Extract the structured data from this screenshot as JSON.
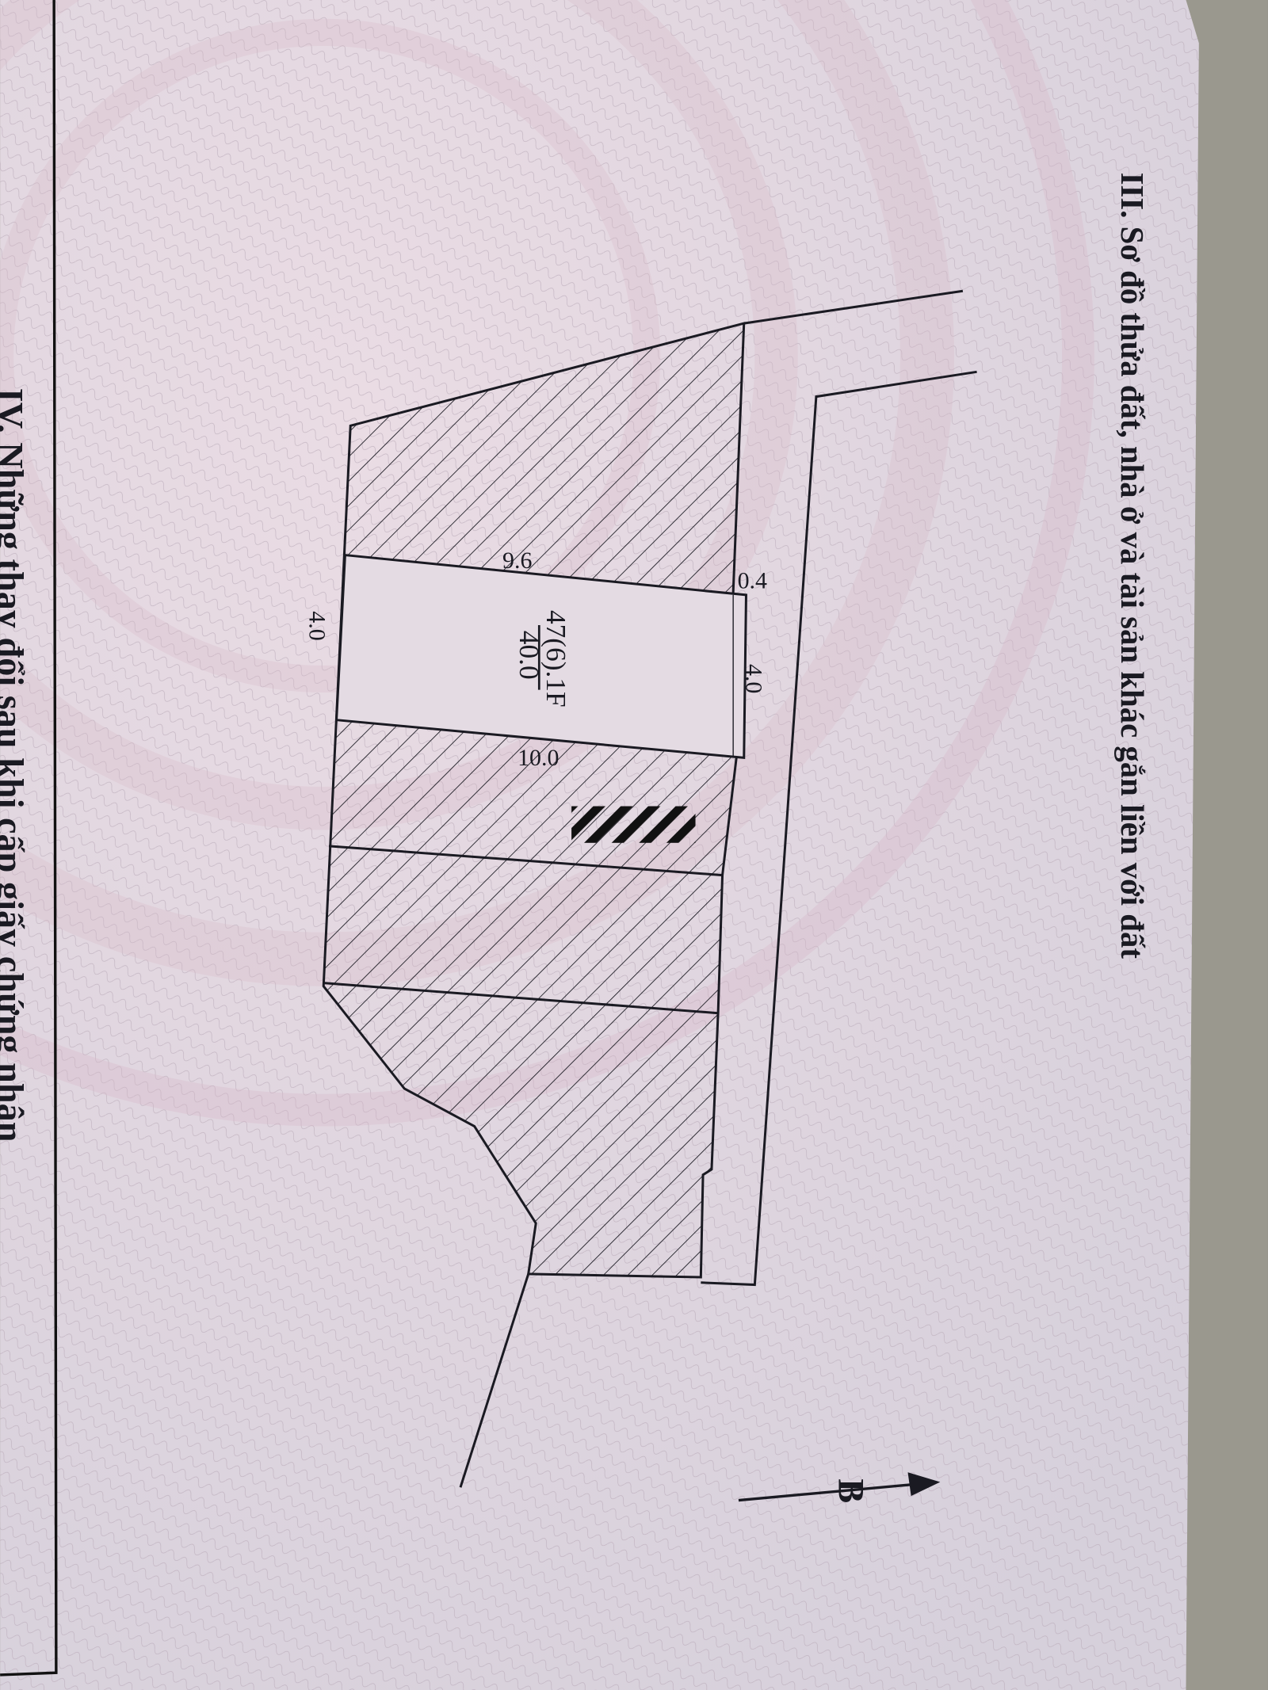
{
  "document": {
    "section_iii_title": "III. Sơ đồ thửa đất, nhà ở và tài sản khác gắn liền với đất",
    "section_iv_title": "IV. Những thay đổi sau khi cấp giấy chứng nhận"
  },
  "plot": {
    "parcel_number": "47(6).1F",
    "area": "40.0",
    "dimensions": {
      "top_edge": "9.6",
      "bottom_edge": "10.0",
      "offset": "0.4",
      "front_width": "4.0",
      "back_width": "4.0"
    },
    "north_label": "B"
  },
  "colors": {
    "paper": "#e7dee4",
    "paper_lower": "#d9d2dc",
    "ink": "#1a1a22",
    "surface": "#9a988e"
  }
}
